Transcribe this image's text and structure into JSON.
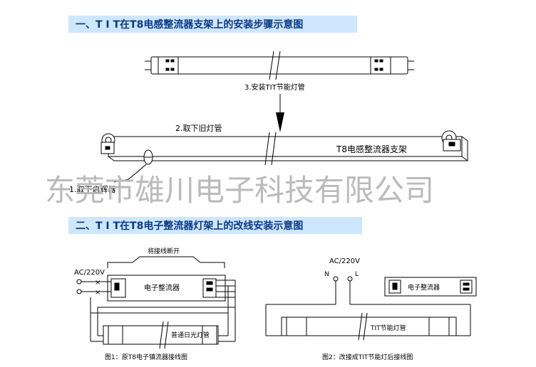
{
  "section1": {
    "title": "一、T I T在T8电感整流器支架上的安装步骤示意图",
    "step3": "3.安装TIT节能灯管",
    "step2": "2.取下旧灯管",
    "fixture_label": "T8电感整流器支架",
    "step1": "1.取下启辉器"
  },
  "watermark": "东莞市雄川电子科技有限公司",
  "section2": {
    "title": "二、T I T在T8电子整流器灯架上的改线安装示意图",
    "figure1": {
      "cut_note": "将接线断开",
      "ac_label": "AC/220V",
      "ballast_label": "电子整流器",
      "tube_label": "普通日光灯管",
      "caption": "图1：原T8电子镇流器接线图"
    },
    "figure2": {
      "ac_label": "AC/220V",
      "n_label": "N",
      "l_label": "L",
      "ballast_label": "电子整流器",
      "tube_label": "TIT节能灯管",
      "caption": "图2：改接成TIT节能灯后接线图"
    }
  },
  "colors": {
    "header_bg": "#cfe6ff",
    "header_text": "#0a3a82",
    "watermark": "#bbbbbb"
  }
}
